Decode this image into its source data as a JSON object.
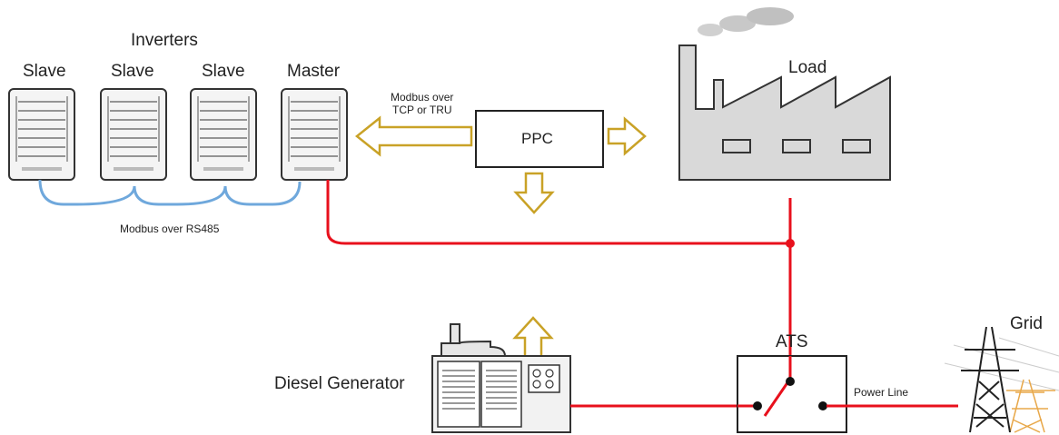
{
  "inverters": {
    "title": "Inverters",
    "units": [
      {
        "label": "Slave",
        "role": "slave"
      },
      {
        "label": "Slave",
        "role": "slave"
      },
      {
        "label": "Slave",
        "role": "slave"
      },
      {
        "label": "Master",
        "role": "master"
      }
    ],
    "bus_label": "Modbus over RS485"
  },
  "ppc": {
    "label": "PPC",
    "link_label_line1": "Modbus over",
    "link_label_line2": "TCP or TRU"
  },
  "load": {
    "label": "Load"
  },
  "generator": {
    "label": "Diesel Generator"
  },
  "ats": {
    "label": "ATS"
  },
  "grid": {
    "label": "Grid",
    "line_label": "Power Line"
  },
  "colors": {
    "power_line": "#e8101c",
    "modbus_line": "#6fa8dc",
    "arrow": "#c9a227",
    "equipment_fill": "#f2f2f2",
    "equipment_stroke": "#333333",
    "factory_fill": "#d9d9d9"
  },
  "icons": {
    "inverter": "inverter-icon",
    "factory": "factory-icon",
    "generator": "diesel-generator-icon",
    "switch": "transfer-switch-icon",
    "tower": "transmission-tower-icon"
  }
}
